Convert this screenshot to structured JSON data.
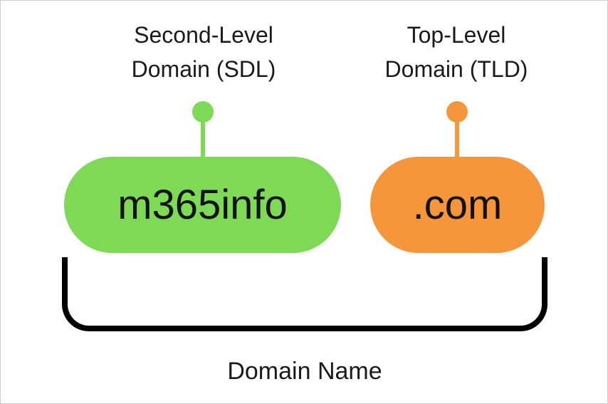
{
  "colors": {
    "sdl": "#7ed957",
    "tld": "#f5963d",
    "bracket": "#000000",
    "border": "#cfcfcf"
  },
  "sdl": {
    "label_line1": "Second-Level",
    "label_line2": "Domain (SDL)",
    "value": "m365info"
  },
  "tld": {
    "label_line1": "Top-Level",
    "label_line2": "Domain (TLD)",
    "value": ".com"
  },
  "caption": "Domain Name"
}
